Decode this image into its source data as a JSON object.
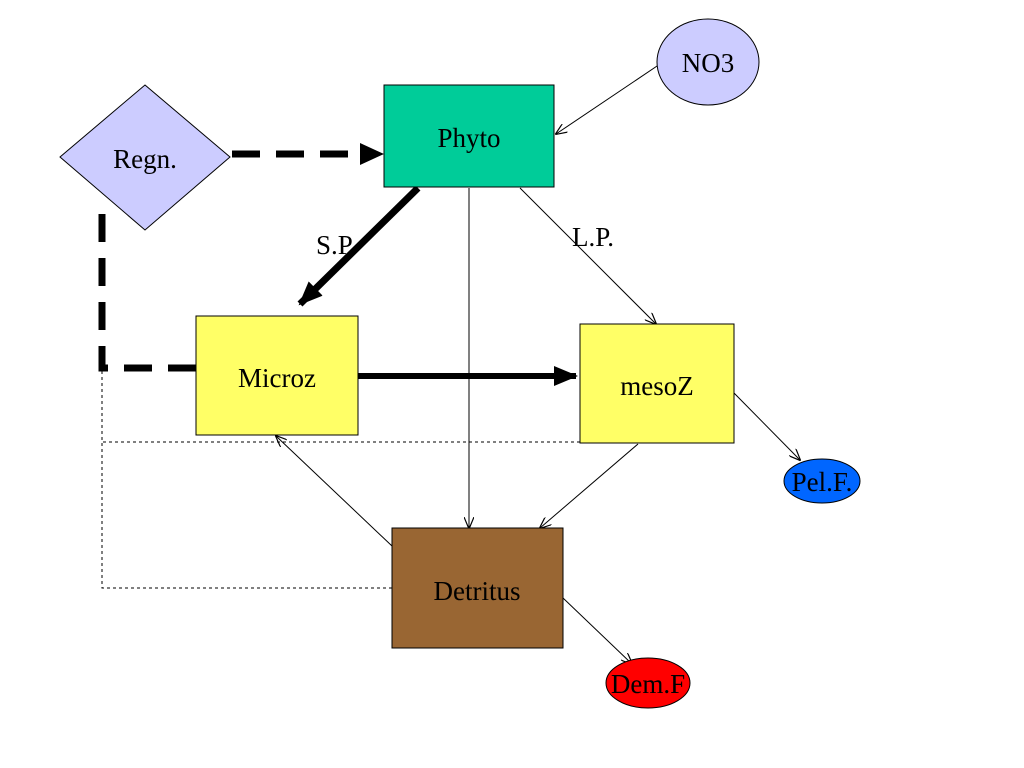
{
  "nodes": {
    "regn": {
      "label": "Regn.",
      "color": "#ccccff"
    },
    "phyto": {
      "label": "Phyto",
      "color": "#00cc99"
    },
    "no3": {
      "label": "NO3",
      "color": "#ccccff"
    },
    "microz": {
      "label": "Microz",
      "color": "#ffff66"
    },
    "mesoz": {
      "label": "mesoZ",
      "color": "#ffff66"
    },
    "detritus": {
      "label": "Detritus",
      "color": "#996633"
    },
    "pelf": {
      "label": "Pel.F.",
      "color": "#0066ff"
    },
    "demf": {
      "label": "Dem.F",
      "color": "#ff0000"
    }
  },
  "edge_labels": {
    "small_phyto": "S.P.",
    "large_phyto": "L.P."
  },
  "edges": [
    {
      "from": "no3",
      "to": "phyto",
      "style": "thin-arrow"
    },
    {
      "from": "regn",
      "to": "phyto",
      "style": "thick-dashed-arrow"
    },
    {
      "from": "phyto",
      "to": "microz",
      "style": "thick-arrow",
      "label": "S.P."
    },
    {
      "from": "phyto",
      "to": "mesoz",
      "style": "thin-arrow",
      "label": "L.P."
    },
    {
      "from": "phyto",
      "to": "detritus",
      "style": "thin-arrow"
    },
    {
      "from": "microz",
      "to": "mesoz",
      "style": "thick-arrow"
    },
    {
      "from": "mesoz",
      "to": "detritus",
      "style": "thin-arrow"
    },
    {
      "from": "mesoz",
      "to": "pelf",
      "style": "thin-arrow"
    },
    {
      "from": "detritus",
      "to": "microz",
      "style": "thin-arrow"
    },
    {
      "from": "detritus",
      "to": "demf",
      "style": "thin-arrow"
    },
    {
      "from": "microz",
      "to": "regn",
      "style": "thick-dashed-line"
    },
    {
      "from": "mesoz",
      "to": "regn",
      "style": "thin-dotted-line"
    },
    {
      "from": "detritus",
      "to": "regn",
      "style": "thin-dotted-line"
    }
  ]
}
